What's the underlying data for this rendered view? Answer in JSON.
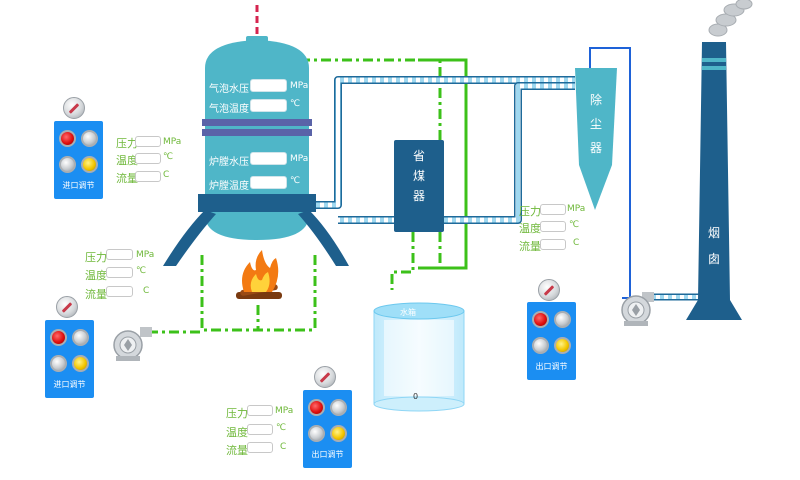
{
  "boiler": {
    "steam_pressure": "气泡水压",
    "steam_temp": "气泡温度",
    "furnace_pressure": "炉膛水压",
    "furnace_temp": "炉膛温度",
    "unit_mpa": "MPa",
    "unit_c": "℃"
  },
  "economizer": {
    "c1": "省",
    "c2": "煤",
    "c3": "器"
  },
  "dust_collector": {
    "c1": "除",
    "c2": "尘",
    "c3": "器"
  },
  "chimney": {
    "c1": "烟",
    "c2": "囱"
  },
  "water_tank": {
    "label": "水箱",
    "value": "0"
  },
  "readouts": [
    {
      "pressure": "压力",
      "temp": "温度",
      "flow": "流量",
      "unit_p": "MPa",
      "unit_t": "℃",
      "unit_f": "C"
    },
    {
      "pressure": "压力",
      "temp": "温度",
      "flow": "流量",
      "unit_p": "MPa",
      "unit_t": "℃",
      "unit_f": "C"
    },
    {
      "pressure": "压力",
      "temp": "温度",
      "flow": "流量",
      "unit_p": "MPa",
      "unit_t": "℃",
      "unit_f": "C"
    },
    {
      "pressure": "压力",
      "temp": "温度",
      "flow": "流量",
      "unit_p": "MPa",
      "unit_t": "℃",
      "unit_f": "C"
    }
  ],
  "panels": [
    {
      "title": "进口调节"
    },
    {
      "title": "进口调节"
    },
    {
      "title": "出口调节"
    },
    {
      "title": "出口调节"
    }
  ],
  "icons": [
    "valve-knob-icon",
    "fire-icon",
    "fan-icon",
    "smoke-icon"
  ],
  "colors": {
    "boiler": "#4fb6c8",
    "dark_blue": "#1e5f8c",
    "pipe_green": "#3cc11a",
    "panel_blue": "#1b8ef2",
    "label_green": "#6fb83a"
  }
}
